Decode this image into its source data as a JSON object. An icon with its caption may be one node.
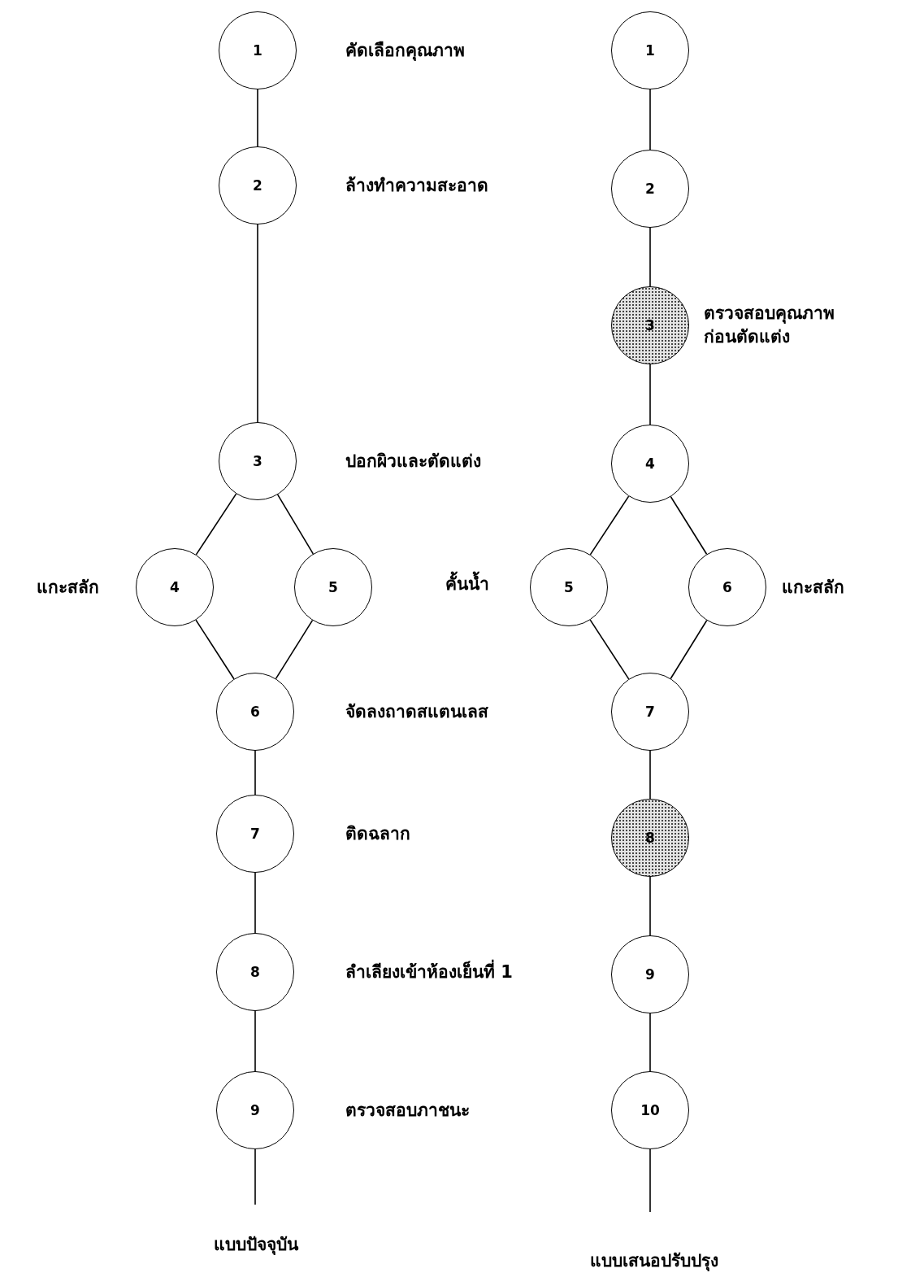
{
  "diagram": {
    "nodes": [
      {
        "text": [
          "1"
        ],
        "beside": [
          "คัดเลือกคุณภาพ"
        ]
      },
      {
        "text": [
          "2"
        ],
        "beside": [
          "ล้างทำความสะอาด"
        ]
      },
      {
        "text": [
          "3"
        ],
        "beside": [
          "ปอกผิวและตัดแต่ง"
        ]
      },
      {
        "text": [
          "4"
        ],
        "beside": [
          "แกะสลัก"
        ]
      },
      {
        "text": [
          "5"
        ]
      },
      {
        "text": [
          "6"
        ],
        "beside": [
          "จัดลงถาดสแตนเลส"
        ]
      },
      {
        "text": [
          "7"
        ],
        "beside": [
          "ติดฉลาก"
        ]
      },
      {
        "text": [
          "8"
        ],
        "beside": [
          "ลำเลียงเข้าห้องเย็นที่ 1"
        ]
      },
      {
        "text": [
          "9"
        ],
        "beside": [
          "ตรวจสอบภาชนะ"
        ]
      },
      {
        "text": [
          "1"
        ]
      },
      {
        "text": [
          "2"
        ]
      },
      {
        "text": [
          "3"
        ],
        "beside": [
          "ตรวจสอบคุณภาพก่อนตัดแต่ง"
        ]
      },
      {
        "text": [
          "4"
        ]
      },
      {
        "text": [
          "5"
        ]
      },
      {
        "text": [
          "6"
        ],
        "beside": [
          "แกะสลัก"
        ]
      },
      {
        "text": [
          "7"
        ]
      },
      {
        "text": [
          "8"
        ]
      },
      {
        "text": [
          "9"
        ]
      },
      {
        "text": [
          "10"
        ]
      }
    ],
    "edges": [
      {
        "from": 0,
        "to": 1,
        "arrow": "none"
      },
      {
        "from": 1,
        "to": 2,
        "arrow": "none"
      },
      {
        "from": 2,
        "to": 3,
        "arrow": "none"
      },
      {
        "from": 2,
        "to": 4,
        "arrow": "none"
      },
      {
        "from": 3,
        "to": 5,
        "arrow": "none"
      },
      {
        "from": 4,
        "to": 5,
        "arrow": "none"
      },
      {
        "from": 5,
        "to": 6,
        "arrow": "none"
      },
      {
        "from": 6,
        "to": 7,
        "arrow": "none"
      },
      {
        "from": 7,
        "to": 8,
        "arrow": "none"
      },
      {
        "from": 8,
        "to": null,
        "arrow": "none"
      },
      {
        "from": 9,
        "to": 10,
        "arrow": "none"
      },
      {
        "from": 10,
        "to": 11,
        "arrow": "none"
      },
      {
        "from": 11,
        "to": 12,
        "arrow": "none"
      },
      {
        "from": 12,
        "to": 13,
        "arrow": "none"
      },
      {
        "from": 12,
        "to": 14,
        "arrow": "none"
      },
      {
        "from": 13,
        "to": 15,
        "arrow": "none"
      },
      {
        "from": 14,
        "to": 15,
        "arrow": "none"
      },
      {
        "from": 15,
        "to": 16,
        "arrow": "none"
      },
      {
        "from": 16,
        "to": 17,
        "arrow": "none"
      },
      {
        "from": 17,
        "to": 18,
        "arrow": "none"
      },
      {
        "from": 18,
        "to": null,
        "arrow": "none"
      }
    ],
    "labels": [
      "คั้นน้ำ",
      "แบบปัจจุบัน",
      "แบบเสนอปรับปรุง"
    ]
  }
}
